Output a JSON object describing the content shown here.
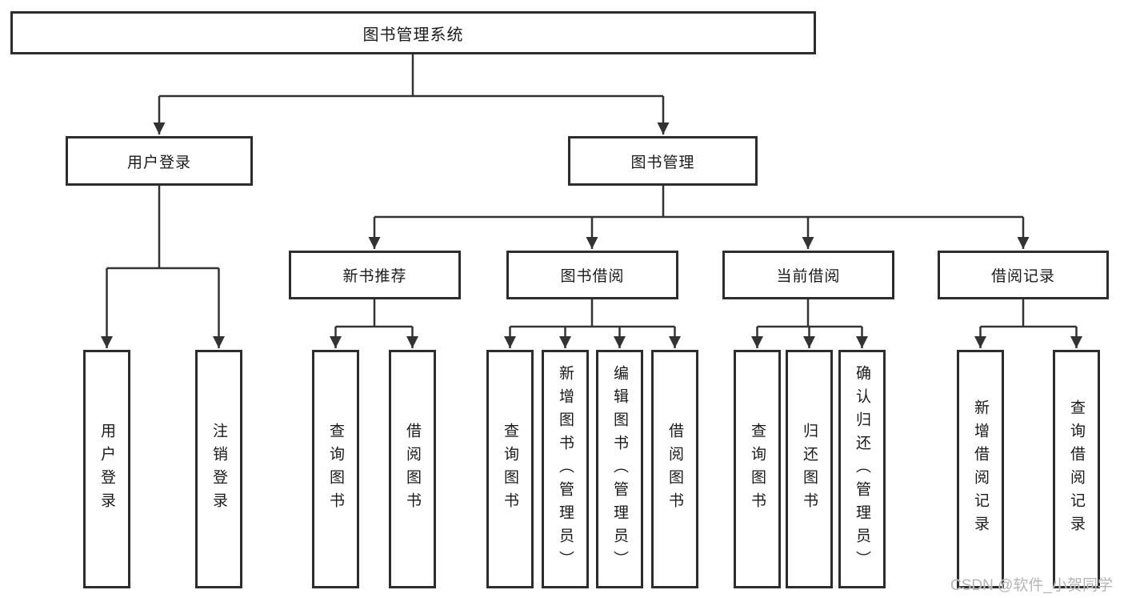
{
  "watermark": "CSDN @软件_小贺同学",
  "colors": {
    "line": "#333333",
    "box_border": "#2d2d2d",
    "text": "#1a1a1a",
    "watermark": "#b5b5b5",
    "background": "#ffffff"
  },
  "tree": {
    "root": {
      "label": "图书管理系统"
    },
    "branches": [
      {
        "label": "用户登录",
        "children": [
          {
            "label": "用户登录"
          },
          {
            "label": "注销登录"
          }
        ]
      },
      {
        "label": "图书管理",
        "children": [
          {
            "label": "新书推荐",
            "children": [
              {
                "label": "查询图书"
              },
              {
                "label": "借阅图书"
              }
            ]
          },
          {
            "label": "图书借阅",
            "children": [
              {
                "label": "查询图书"
              },
              {
                "label": "新增图书（管理员）"
              },
              {
                "label": "编辑图书（管理员）"
              },
              {
                "label": "借阅图书"
              }
            ]
          },
          {
            "label": "当前借阅",
            "children": [
              {
                "label": "查询图书"
              },
              {
                "label": "归还图书"
              },
              {
                "label": "确认归还（管理员）"
              }
            ]
          },
          {
            "label": "借阅记录",
            "children": [
              {
                "label": "新增借阅记录"
              },
              {
                "label": "查询借阅记录"
              }
            ]
          }
        ]
      }
    ]
  }
}
